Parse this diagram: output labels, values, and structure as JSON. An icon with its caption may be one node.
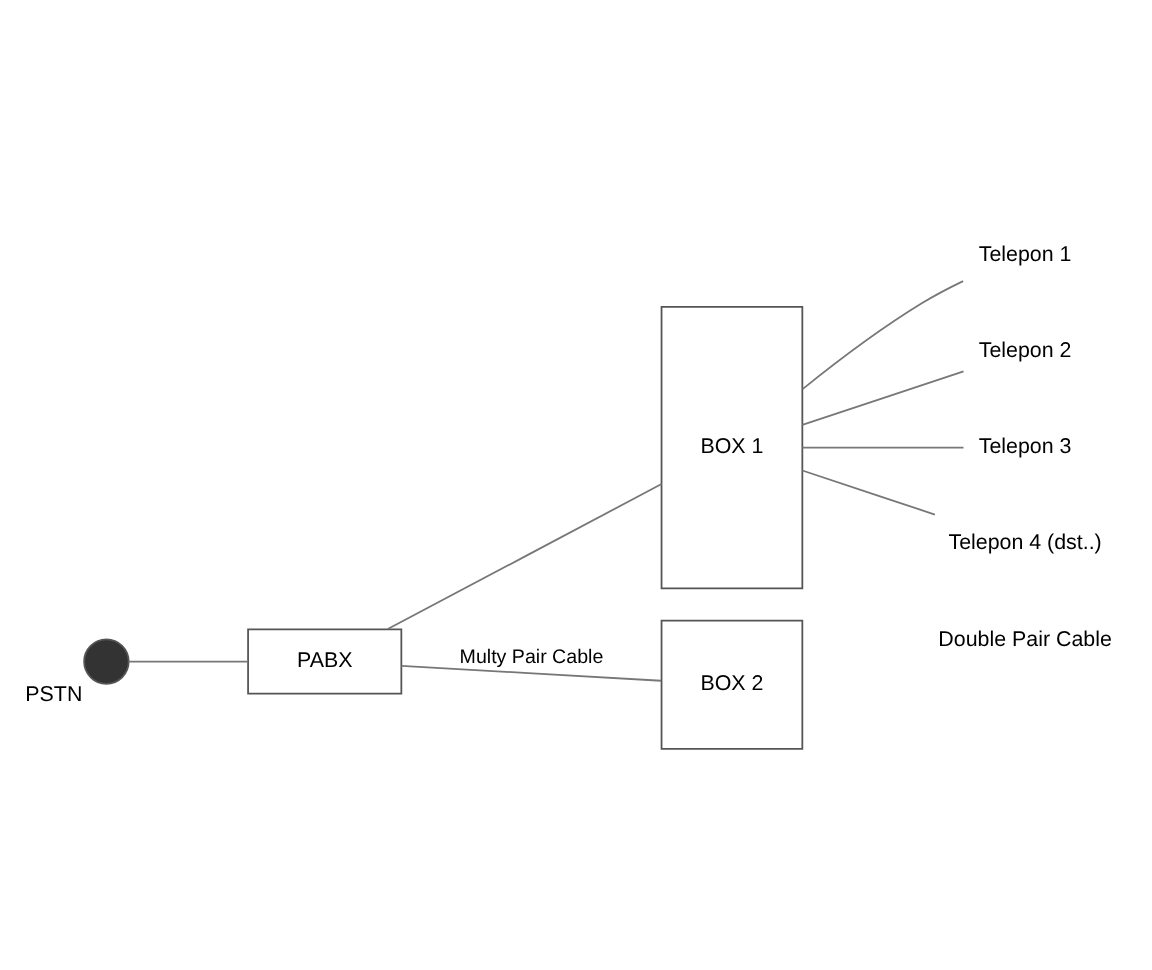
{
  "diagram": {
    "nodes": [
      {
        "text": [],
        "shape": "circle",
        "beside": [
          "PSTN"
        ]
      },
      {
        "text": [
          "PABX"
        ]
      },
      {
        "text": [
          "BOX 1"
        ]
      },
      {
        "text": [
          "BOX 2"
        ]
      },
      {
        "text": [
          "Telepon 1"
        ]
      },
      {
        "text": [
          "Telepon 2"
        ]
      },
      {
        "text": [
          "Telepon 3"
        ]
      },
      {
        "text": [
          "Telepon 4 (dst..)"
        ]
      }
    ],
    "edges": [
      {
        "from": 0,
        "to": 1,
        "arrow": "none"
      },
      {
        "from": 1,
        "to": 2,
        "arrow": "none"
      },
      {
        "from": 1,
        "to": 3,
        "arrow": "none",
        "label": "Multy Pair Cable"
      },
      {
        "from": 2,
        "to": 4,
        "arrow": "none"
      },
      {
        "from": 2,
        "to": 5,
        "arrow": "none"
      },
      {
        "from": 2,
        "to": 6,
        "arrow": "none"
      },
      {
        "from": 2,
        "to": 7,
        "arrow": "none"
      }
    ],
    "labels": [
      "Double Pair Cable"
    ]
  }
}
